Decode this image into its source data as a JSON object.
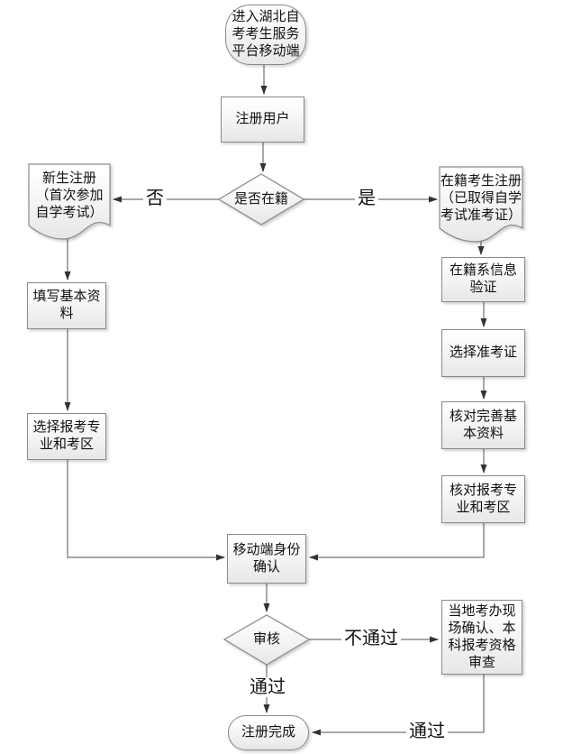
{
  "diagram": {
    "nodes": {
      "start": {
        "label": "进入湖北自\n考考生服务\n平台移动端",
        "type": "terminator"
      },
      "register_user": {
        "label": "注册用户",
        "type": "process"
      },
      "is_enrolled": {
        "label": "是否在籍",
        "type": "decision"
      },
      "new_student": {
        "label": "新生注册\n（首次参加\n自学考试）",
        "type": "document"
      },
      "enrolled_student": {
        "label": "在籍考生注册\n（已取得自学\n考试准考证）",
        "type": "document"
      },
      "fill_basic_info": {
        "label": "填写基本资\n料",
        "type": "process"
      },
      "choose_major": {
        "label": "选择报考专\n业和考区",
        "type": "process"
      },
      "verify_enrollment": {
        "label": "在籍系信息\n验证",
        "type": "process"
      },
      "choose_ticket": {
        "label": "选择准考证",
        "type": "process"
      },
      "check_basic_info": {
        "label": "核对完善基\n本资料",
        "type": "process"
      },
      "check_major": {
        "label": "核对报考专\n业和考区",
        "type": "process"
      },
      "mobile_identity": {
        "label": "移动端身份\n确认",
        "type": "process"
      },
      "review": {
        "label": "审核",
        "type": "decision"
      },
      "onsite_check": {
        "label": "当地考办现\n场确认、本\n科报考资格\n审查",
        "type": "process"
      },
      "done": {
        "label": "注册完成",
        "type": "terminator"
      }
    },
    "edge_labels": {
      "no": "否",
      "yes": "是",
      "fail": "不通过",
      "pass_bottom": "通过",
      "pass_right": "通过"
    },
    "colors": {
      "background": "#ffffff",
      "node_fill_top": "#ffffff",
      "node_fill_bottom": "#e7e7e7",
      "node_border": "#8a8a8a",
      "connector": "#8c8c8c",
      "arrowhead": "#333333",
      "text": "#111111"
    }
  }
}
